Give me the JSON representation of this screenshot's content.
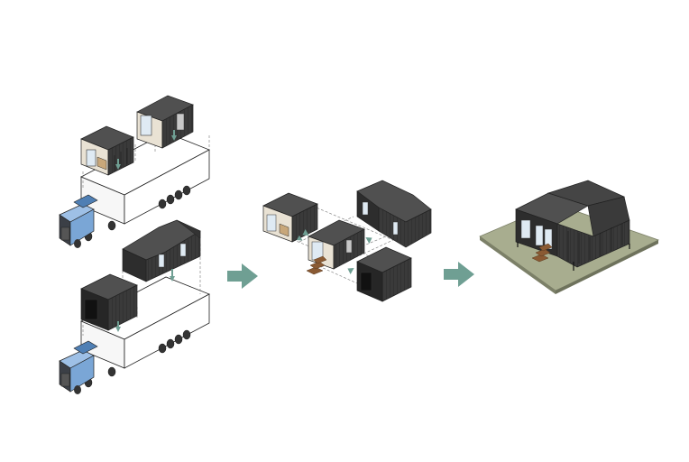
{
  "diagram": {
    "stages": [
      "transport",
      "assembly",
      "completed-house"
    ],
    "colors": {
      "cladding": "#3a3a3a",
      "cladding_dark": "#262626",
      "cladding_light": "#505050",
      "trailer": "#ffffff",
      "outline": "#222222",
      "cab": "#7aa6d6",
      "cab_dark": "#4f7fb4",
      "interior": "#c8a77a",
      "window": "#dfeaf3",
      "flow_arrow": "#6f9f93",
      "site": "#a8ad8f",
      "site_edge": "#7c8068",
      "stairs": "#8a5a33",
      "dashed_guide": "#888888"
    }
  }
}
